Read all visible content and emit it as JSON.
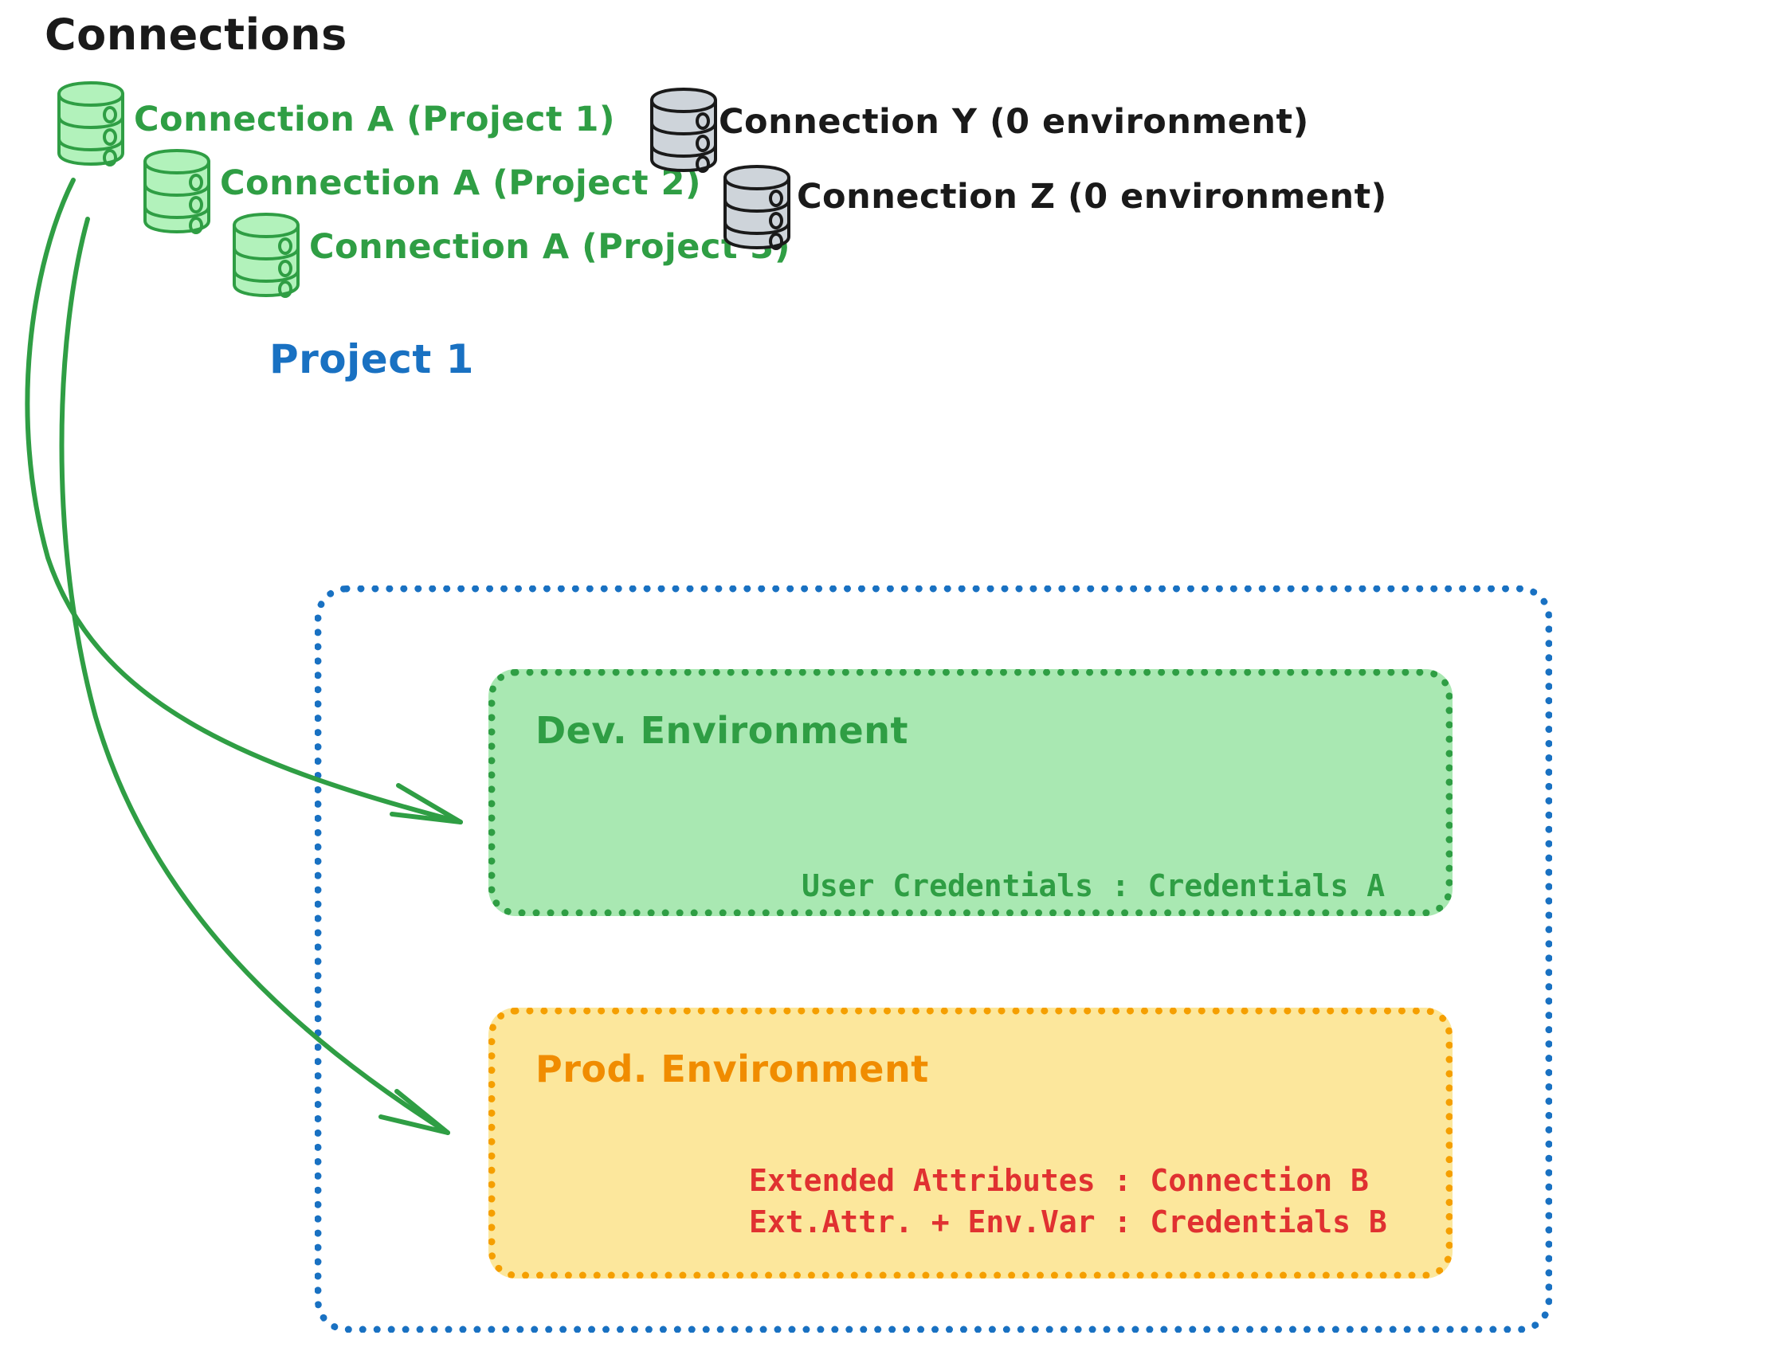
{
  "diagram": {
    "title": "Connections",
    "title_color": "#1a1a1a",
    "background": "#ffffff"
  },
  "connections": {
    "green": [
      {
        "label": "Connection A (Project 1)",
        "icon": "database-icon",
        "color": "#2f9e44",
        "fill": "#b2f2bb"
      },
      {
        "label": "Connection A (Project 2)",
        "icon": "database-icon",
        "color": "#2f9e44",
        "fill": "#b2f2bb"
      },
      {
        "label": "Connection A (Project 3)",
        "icon": "database-icon",
        "color": "#2f9e44",
        "fill": "#b2f2bb"
      }
    ],
    "gray": [
      {
        "label": "Connection Y (0 environment)",
        "icon": "database-icon",
        "color": "#1a1a1a",
        "fill": "#ced4da"
      },
      {
        "label": "Connection Z (0 environment)",
        "icon": "database-icon",
        "color": "#1a1a1a",
        "fill": "#ced4da"
      }
    ]
  },
  "project": {
    "title": "Project 1",
    "title_color": "#1971c2",
    "border_color": "#1971c2",
    "environments": [
      {
        "name": "Dev. Environment",
        "border_color": "#2f9e44",
        "fill_color": "#a9e8b2",
        "text_color": "#2f9e44",
        "lines": [
          "User Credentials : Credentials A"
        ]
      },
      {
        "name": "Prod. Environment",
        "border_color": "#f59f00",
        "fill_color": "#fce79c",
        "text_color": "#f08c00",
        "lines": [
          "Extended Attributes : Connection B",
          "Ext.Attr. + Env.Var : Credentials B"
        ]
      }
    ]
  },
  "arrows": {
    "color": "#2f9e44",
    "items": [
      {
        "from": "connection-a-project-1",
        "to": "dev-environment"
      },
      {
        "from": "connection-a-project-1",
        "to": "prod-environment"
      }
    ]
  }
}
